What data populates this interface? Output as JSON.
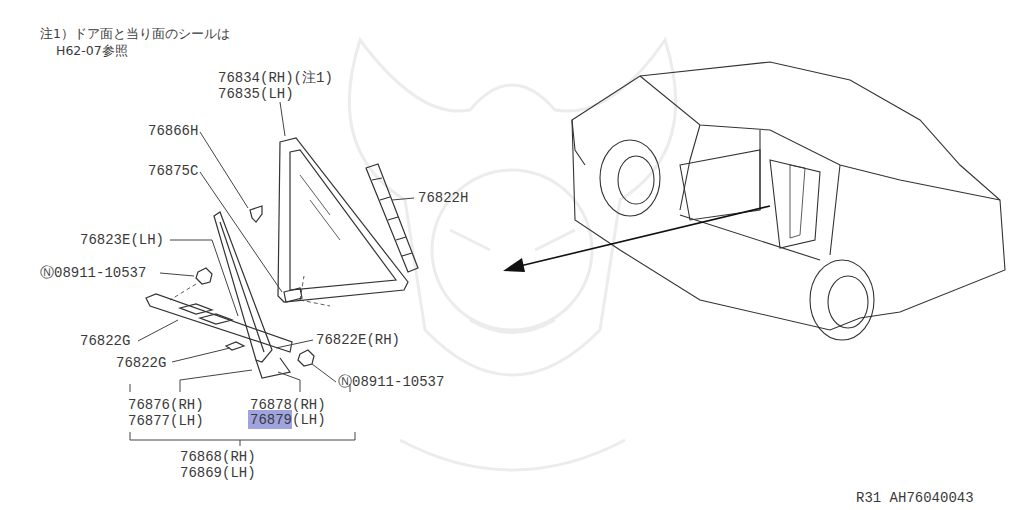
{
  "diagram": {
    "labels": [
      "注1）ドア面と当り面のシールは",
      "H62-07参照",
      "76834(RH)(注1)",
      "76835(LH)",
      "76866H",
      "76875C",
      "76822H",
      "76823E(LH)",
      "Ⓝ08911-10537",
      "76822G",
      "76822G",
      "76822E(RH)",
      "Ⓝ08911-10537",
      "76876(RH)",
      "76877(LH)",
      "76878(RH)",
      "76879(LH)",
      "76868(RH)",
      "76869(LH)",
      "R31 AH76040043"
    ]
  }
}
